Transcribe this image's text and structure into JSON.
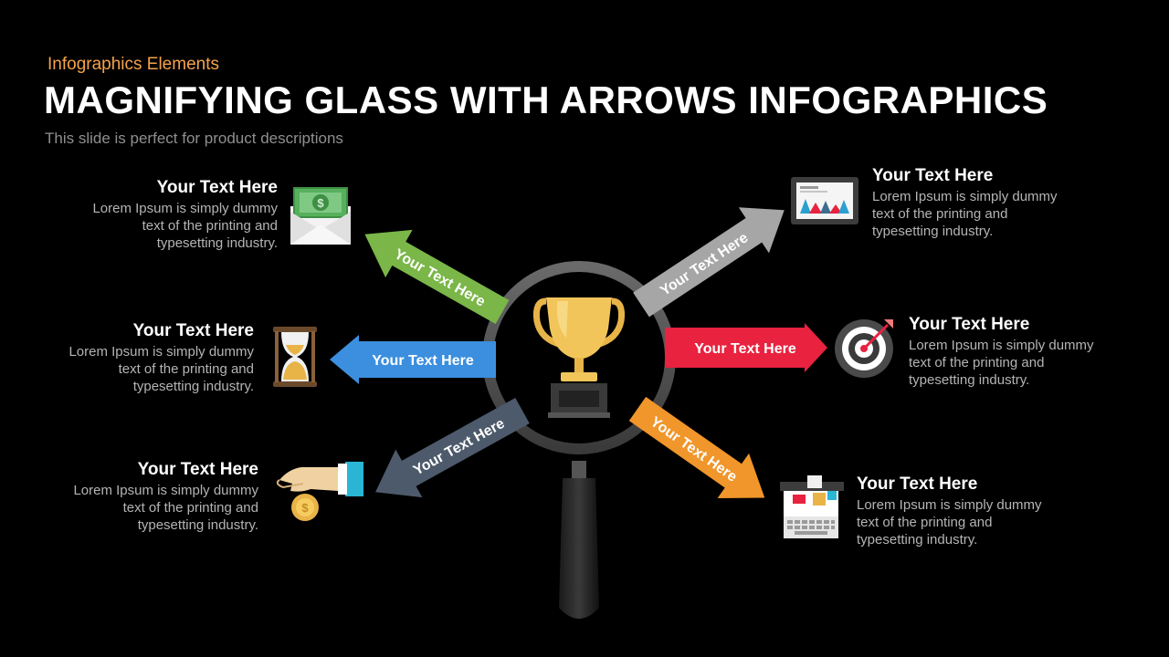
{
  "header": {
    "kicker": "Infographics  Elements",
    "title": "MAGNIFYING GLASS WITH ARROWS INFOGRAPHICS",
    "subtitle": "This slide is perfect for product descriptions"
  },
  "colors": {
    "green": "#7ab648",
    "blue": "#3b8fde",
    "slate": "#4d5a6b",
    "gray": "#a6a6a6",
    "red": "#e8223f",
    "orange": "#f0962a",
    "kicker": "#f5a34a"
  },
  "center_icon": "trophy-icon",
  "arrows": [
    {
      "id": "green",
      "label": "Your Text Here",
      "color": "#7ab648"
    },
    {
      "id": "blue",
      "label": "Your Text Here",
      "color": "#3b8fde"
    },
    {
      "id": "slate",
      "label": "Your Text Here",
      "color": "#4d5a6b"
    },
    {
      "id": "gray",
      "label": "Your Text Here",
      "color": "#a6a6a6"
    },
    {
      "id": "red",
      "label": "Your Text Here",
      "color": "#e8223f"
    },
    {
      "id": "orange",
      "label": "Your Text Here",
      "color": "#f0962a"
    }
  ],
  "items": [
    {
      "heading": "Your Text Here",
      "lines": [
        "Lorem Ipsum  is simply dummy",
        "text of the printing and",
        "typesetting industry."
      ],
      "icon": "money-envelope-icon"
    },
    {
      "heading": "Your Text Here",
      "lines": [
        "Lorem Ipsum  is simply dummy",
        "text of the printing and",
        "typesetting industry."
      ],
      "icon": "hourglass-icon"
    },
    {
      "heading": "Your Text Here",
      "lines": [
        "Lorem Ipsum  is simply dummy",
        "text of the printing and",
        "typesetting industry."
      ],
      "icon": "hand-coin-icon"
    },
    {
      "heading": "Your Text Here",
      "lines": [
        "Lorem Ipsum  is simply dummy",
        "text of the printing and",
        "typesetting industry."
      ],
      "icon": "chart-screen-icon"
    },
    {
      "heading": "Your Text Here",
      "lines": [
        "Lorem Ipsum  is simply dummy",
        "text of the printing and",
        "typesetting industry."
      ],
      "icon": "target-icon"
    },
    {
      "heading": "Your Text Here",
      "lines": [
        "Lorem Ipsum  is simply dummy",
        "text of the printing and",
        "typesetting industry."
      ],
      "icon": "laptop-icon"
    }
  ]
}
